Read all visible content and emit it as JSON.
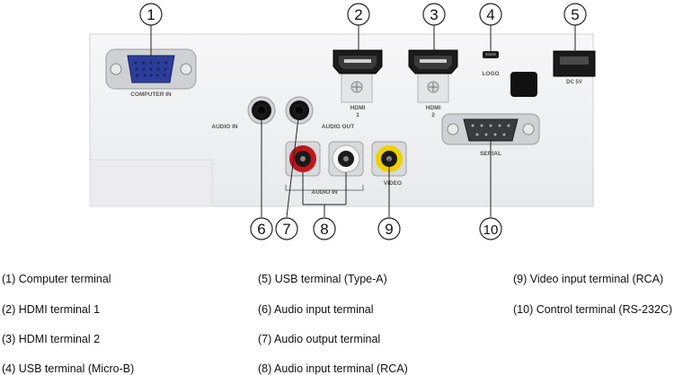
{
  "callouts": [
    "1",
    "2",
    "3",
    "4",
    "5",
    "6",
    "7",
    "8",
    "9",
    "10"
  ],
  "panel_labels": {
    "computer_in": "COMPUTER IN",
    "hdmi1_line1": "HDMI",
    "hdmi1_line2": "1",
    "hdmi2_line1": "HDMI",
    "hdmi2_line2": "2",
    "logo": "LOGO",
    "dc5v": "DC 5V",
    "audio_in": "AUDIO IN",
    "audio_out": "AUDIO OUT",
    "audio_in_rca": "AUDIO IN",
    "video": "VIDEO",
    "serial": "SERIAL"
  },
  "legend": {
    "col1": [
      "(1) Computer terminal",
      "(2) HDMI terminal 1",
      "(3) HDMI terminal 2",
      "(4) USB terminal (Micro-B)"
    ],
    "col2": [
      "(5) USB terminal (Type-A)",
      "(6) Audio input terminal",
      "(7) Audio output terminal",
      "(8) Audio input terminal (RCA)"
    ],
    "col3": [
      "(9) Video input terminal (RCA)",
      "(10) Control terminal (RS-232C)"
    ]
  },
  "colors": {
    "panel": "#f2f3f4",
    "vga_blue": "#2c3e9a",
    "rca_red": "#c0161c",
    "rca_white": "#f5f5f5",
    "rca_yellow": "#f0d000"
  }
}
